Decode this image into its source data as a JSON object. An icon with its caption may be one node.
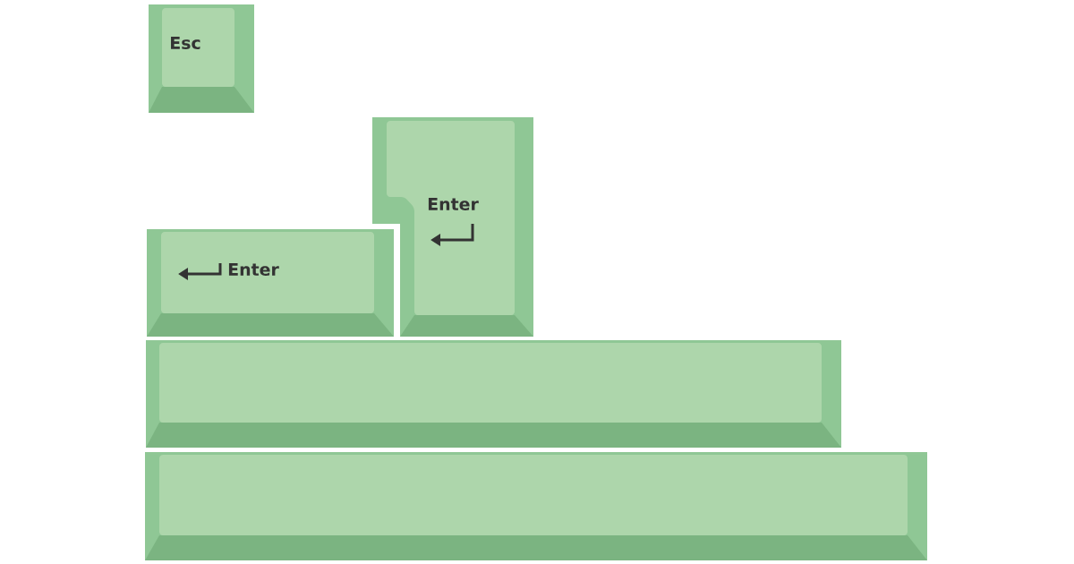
{
  "diagram": {
    "nodes": [
      {
        "text": [
          "Esc"
        ]
      },
      {
        "text": [
          "Enter"
        ]
      },
      {
        "text": [
          "Enter"
        ]
      },
      {
        "text": [],
        "shape": "box"
      },
      {
        "text": [],
        "shape": "box"
      }
    ]
  }
}
